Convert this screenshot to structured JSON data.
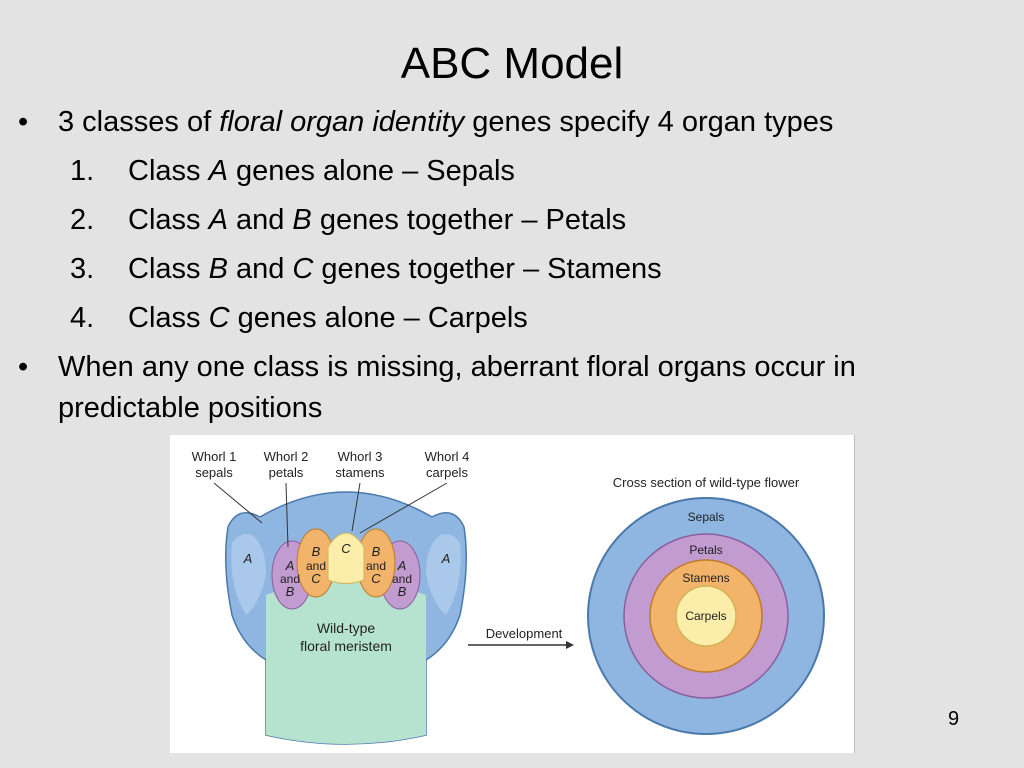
{
  "slide": {
    "title": "ABC Model",
    "page_number": "9",
    "bullets": [
      {
        "marker": "•",
        "pre": "3 classes of ",
        "em": "floral organ identity",
        "post": " genes specify 4 organ types"
      },
      {
        "marker": "•",
        "line1": "When any one class is missing, aberrant floral organs occur in",
        "line2": "predictable positions"
      }
    ],
    "list": [
      {
        "num": "1.",
        "a": "Class ",
        "em1": "A",
        "b": " genes alone – Sepals",
        "em2": "",
        "c": ""
      },
      {
        "num": "2.",
        "a": "Class ",
        "em1": "A",
        "b": " and ",
        "em2": "B",
        "c": " genes together – Petals"
      },
      {
        "num": "3.",
        "a": "Class ",
        "em1": "B",
        "b": " and ",
        "em2": "C",
        "c": " genes together – Stamens"
      },
      {
        "num": "4.",
        "a": "Class ",
        "em1": "C",
        "b": " genes alone – Carpels",
        "em2": "",
        "c": ""
      }
    ]
  },
  "figure": {
    "whorl_labels": [
      {
        "line1": "Whorl 1",
        "line2": "sepals"
      },
      {
        "line1": "Whorl 2",
        "line2": "petals"
      },
      {
        "line1": "Whorl 3",
        "line2": "stamens"
      },
      {
        "line1": "Whorl 4",
        "line2": "carpels"
      }
    ],
    "meristem_regions": {
      "a": "A",
      "c": "C",
      "b_and_c_1": "B",
      "b_and_c_2": "and",
      "b_and_c_3": "C",
      "a_and_b_1": "A",
      "a_and_b_2": "and",
      "a_and_b_3": "B"
    },
    "meristem_label_1": "Wild-type",
    "meristem_label_2": "floral meristem",
    "arrow_label": "Development",
    "cross_section_title": "Cross section of wild-type flower",
    "rings": [
      "Sepals",
      "Petals",
      "Stamens",
      "Carpels"
    ],
    "colors": {
      "sepal_blue": "#8fb6e0",
      "petal_purple": "#c29bd0",
      "stamen_orange": "#f2b46a",
      "carpel_yellow": "#fbeeaa",
      "meristem_green": "#b6e3cf"
    }
  }
}
